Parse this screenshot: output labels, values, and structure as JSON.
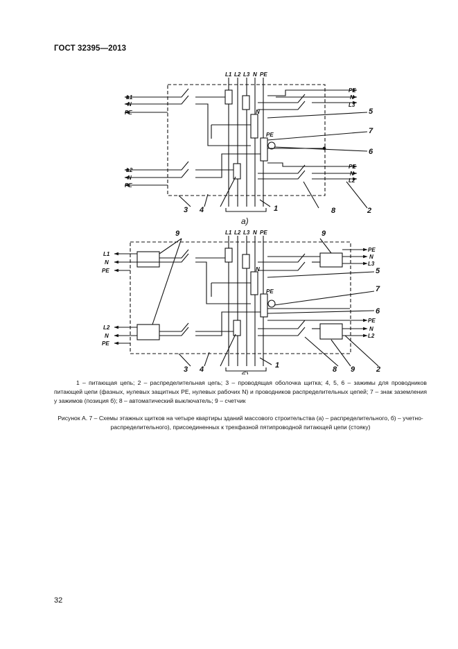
{
  "header": {
    "title": "ГОСТ 32395—2013"
  },
  "labels": {
    "L1": "L1",
    "L2": "L2",
    "L3": "L3",
    "N": "N",
    "PE": "PE"
  },
  "diagram_a": {
    "subtitle": "а)"
  },
  "diagram_b": {
    "subtitle": "б)"
  },
  "callouts": {
    "c1": "1",
    "c2": "2",
    "c3": "3",
    "c4": "4",
    "c5": "5",
    "c6": "6",
    "c7": "7",
    "c8": "8",
    "c9": "9"
  },
  "legend": {
    "text": "1 – питающая цепь; 2 – распределительная цепь; 3 – проводящая оболочка щитка;   4, 5, 6 – зажимы для проводников питающей цепи (фазных, нулевых защитных PE, нулевых рабочих N) и проводников распределительных цепей; 7 – знак заземления у зажимов (позиция б); 8 – автоматический выключатель; 9 – счетчик"
  },
  "caption": {
    "text": "Рисунок А. 7 – Схемы этажных щитков на четыре квартиры зданий массового строительства (а) – распределительного, б) – учетно-распределительного), присоединенных к трехфазной пятипроводной питающей цепи (стояку)"
  },
  "page": {
    "number": "32"
  }
}
